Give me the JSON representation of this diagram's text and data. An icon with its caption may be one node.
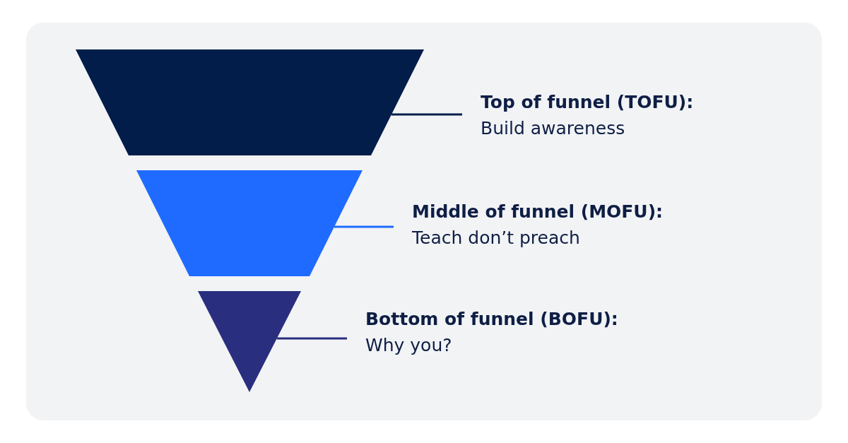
{
  "diagram": {
    "nodes": [
      {
        "text": [],
        "shape": "trapezoid"
      },
      {
        "text": [
          "Top of funnel (TOFU):",
          "Build awareness"
        ]
      },
      {
        "text": [],
        "shape": "trapezoid"
      },
      {
        "text": [
          "Middle of funnel (MOFU):",
          "Teach don’t preach"
        ]
      },
      {
        "text": [],
        "shape": "triangle"
      },
      {
        "text": [
          "Bottom of funnel (BOFU):",
          "Why you?"
        ]
      }
    ],
    "edges": [
      {
        "from": 1,
        "to": 0,
        "arrow": "none",
        "color": "#021d49"
      },
      {
        "from": 3,
        "to": 2,
        "arrow": "none",
        "color": "#1f6bff"
      },
      {
        "from": 5,
        "to": 4,
        "arrow": "none",
        "color": "#2a2e7f"
      }
    ]
  }
}
